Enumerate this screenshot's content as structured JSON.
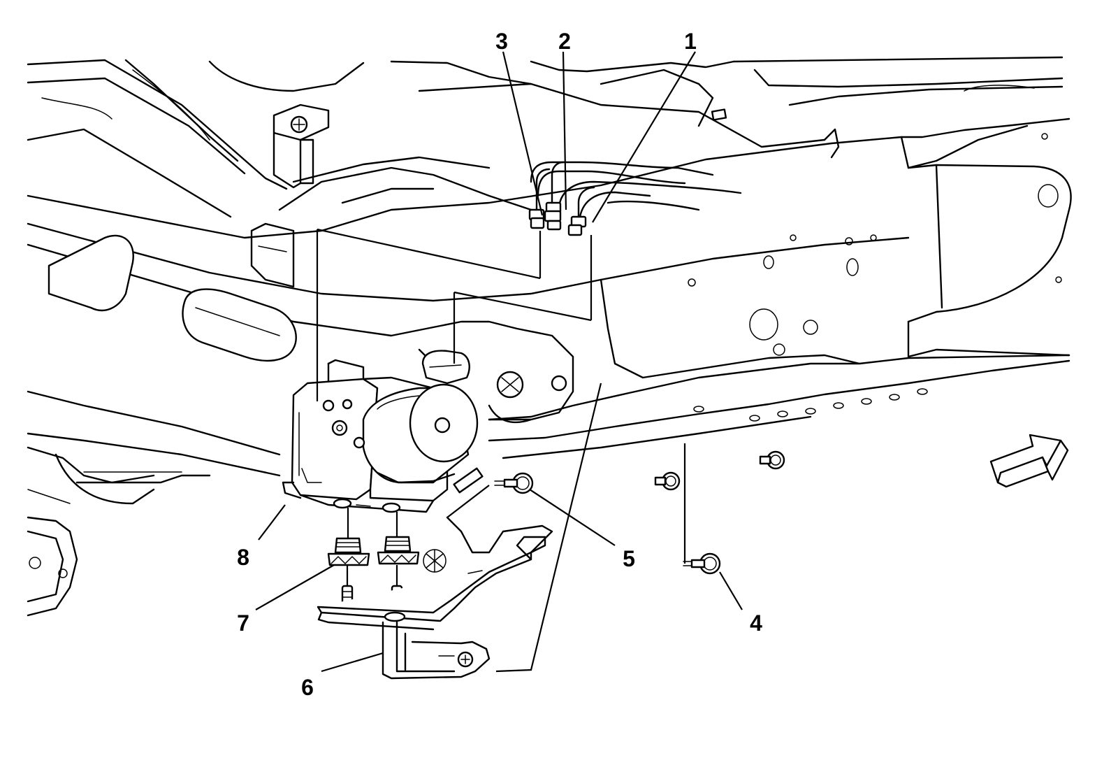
{
  "callouts": {
    "c1": "1",
    "c2": "2",
    "c3": "3",
    "c4": "4",
    "c5": "5",
    "c6": "6",
    "c7": "7",
    "c8": "8"
  },
  "icons": {
    "direction_arrow": "forward-direction-arrow-icon"
  },
  "colors": {
    "line": "#000000",
    "background": "#ffffff"
  }
}
